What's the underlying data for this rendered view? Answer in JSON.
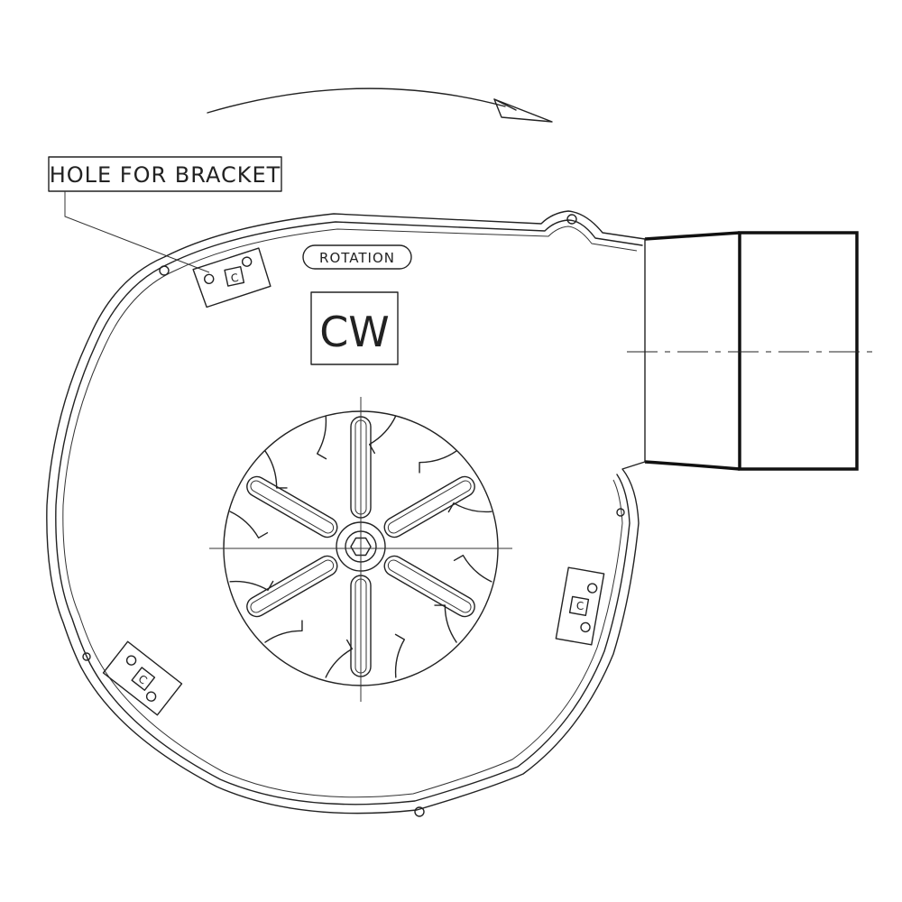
{
  "callout": {
    "label": "HOLE FOR BRACKET"
  },
  "rotation": {
    "label": "ROTATION",
    "direction": "CW"
  },
  "bracket_marks": [
    "C",
    "C",
    "C"
  ],
  "colors": {
    "line": "#222222",
    "background": "#ffffff"
  }
}
